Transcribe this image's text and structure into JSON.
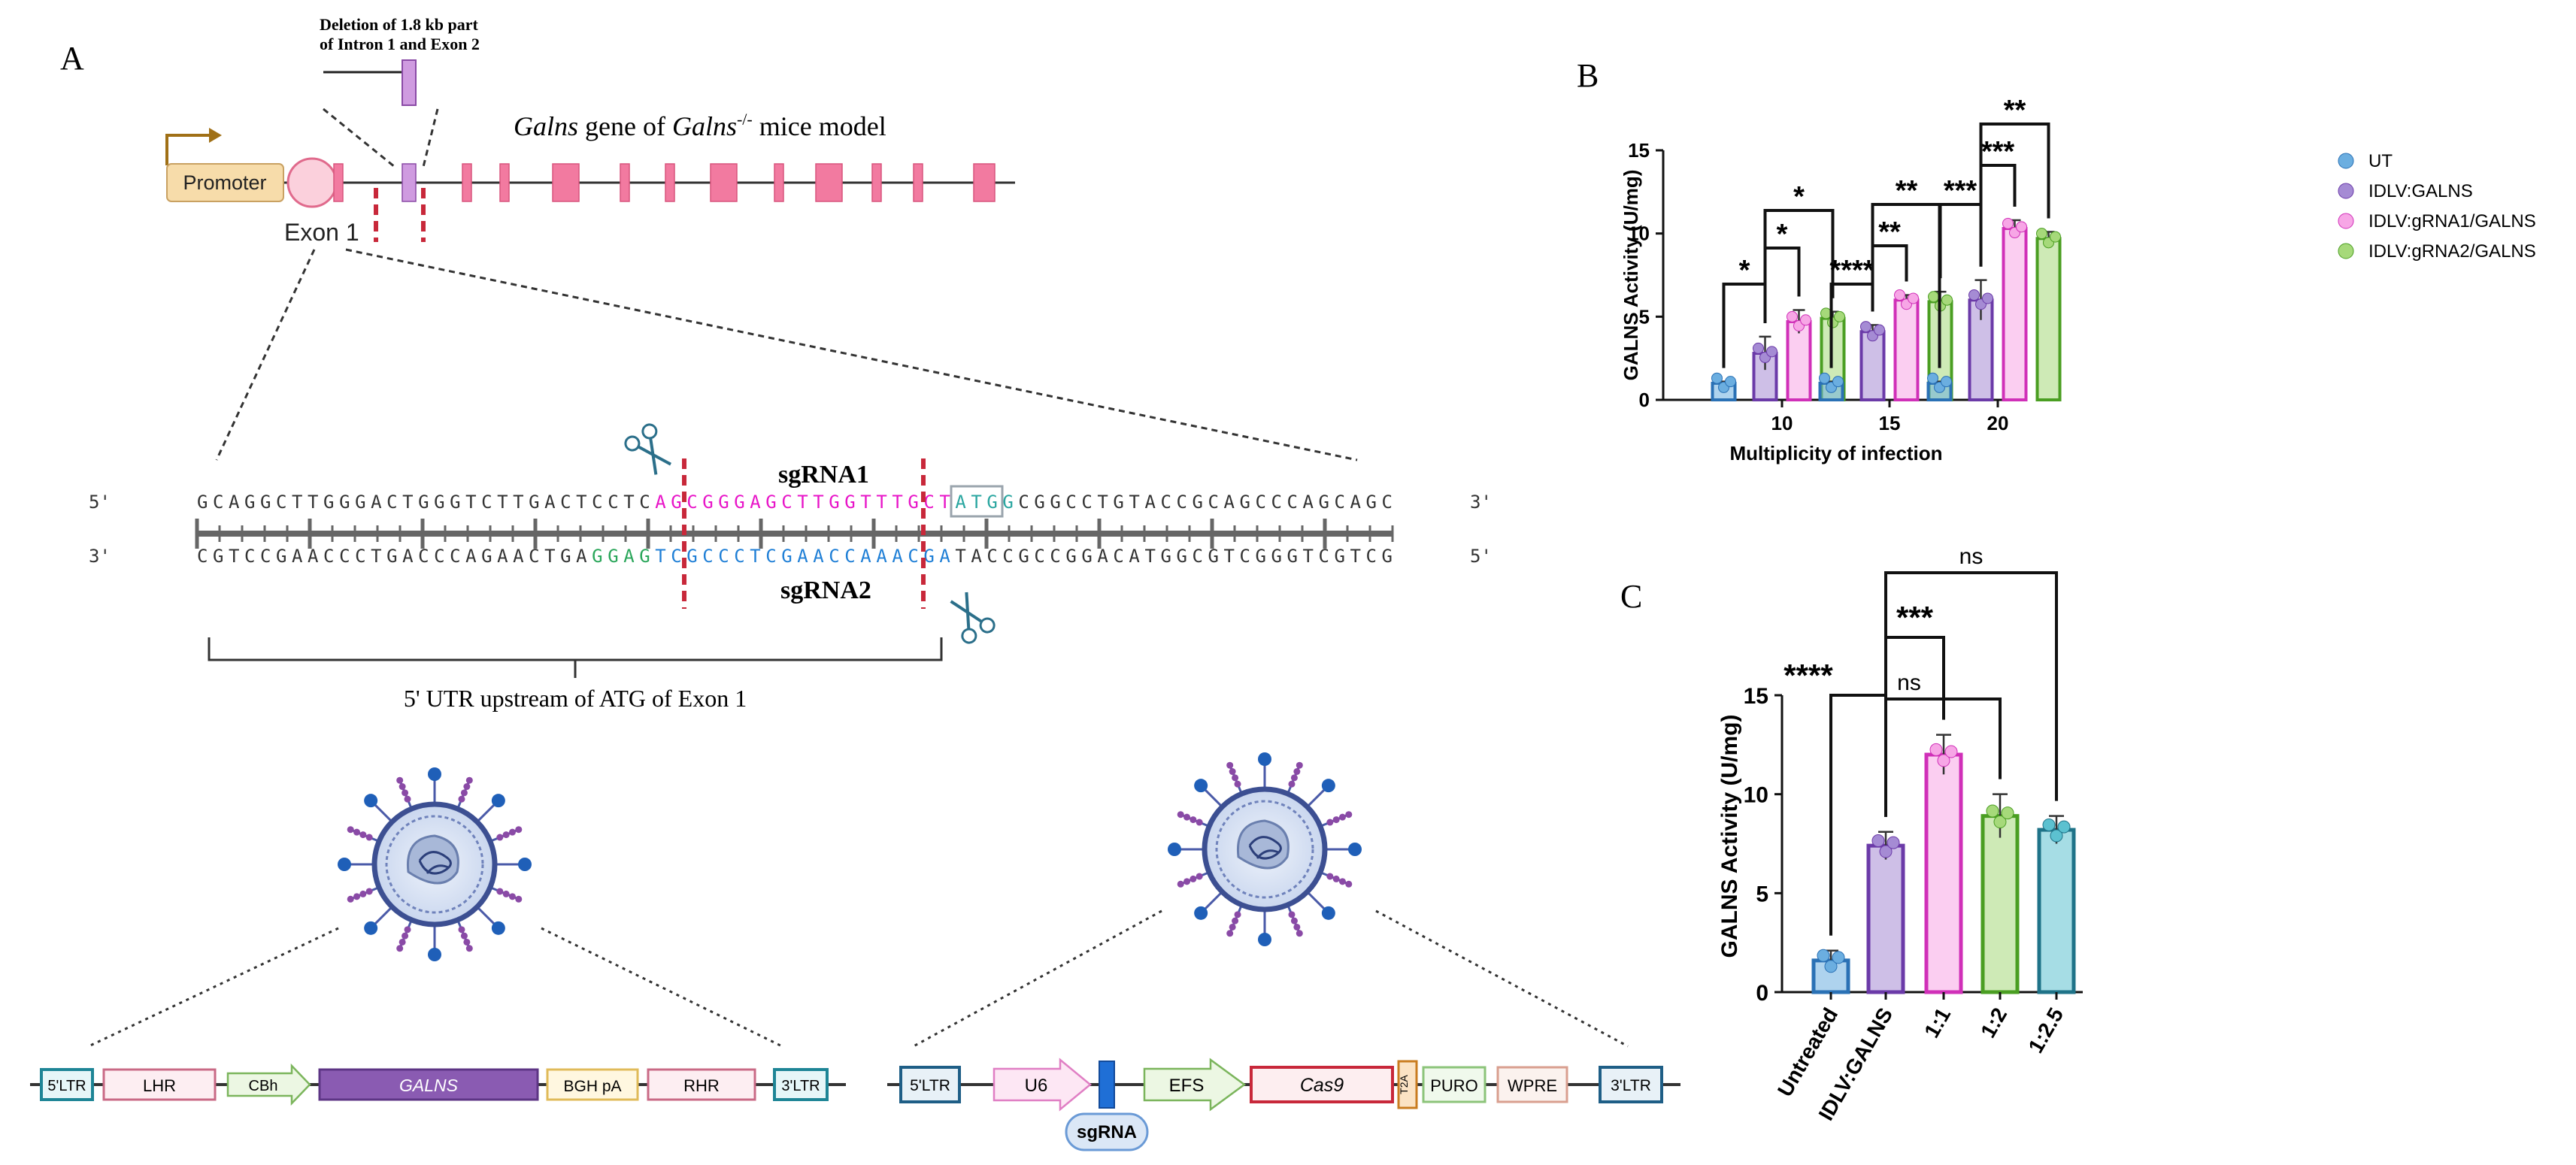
{
  "panel_a": {
    "label": "A",
    "deletion_line1": "Deletion of 1.8 kb part",
    "deletion_line2": "of Intron 1 and Exon 2",
    "gene_title_1": "Galns",
    "gene_title_2": " gene of ",
    "gene_title_3": "Galns",
    "gene_title_sup": "-/-",
    "gene_title_4": " mice model",
    "promoter": "Promoter",
    "exon1": "Exon 1",
    "five": "5'",
    "three": "3'",
    "top_seq": [
      {
        "t": "GCAGGCTTGGGACTGGGTCTTGACTCCTC",
        "c": "#333333"
      },
      {
        "t": "AG",
        "c": "#e815c8"
      },
      {
        "t": "CGGGAGCTTGGTTTGC",
        "c": "#e815c8"
      },
      {
        "t": "T",
        "c": "#e815c8"
      },
      {
        "t": "ATGG",
        "c": "#2aa6a0"
      },
      {
        "t": "CGGCCTGTACCGCAGCCCAGCAGC",
        "c": "#333333"
      }
    ],
    "bottom_seq": [
      {
        "t": "CGTCCGAACCCTGACCCAGAACTGA",
        "c": "#333333"
      },
      {
        "t": "GGAG",
        "c": "#2aa65a"
      },
      {
        "t": "TC",
        "c": "#1f7fd6"
      },
      {
        "t": "GCCCTCGAACCAAACG",
        "c": "#1f7fd6"
      },
      {
        "t": "A",
        "c": "#1f7fd6"
      },
      {
        "t": "TACCGCCGGACATGGCGTCGGGTCGTCG",
        "c": "#333333"
      }
    ],
    "sgrna1": "sgRNA1",
    "sgrna2": "sgRNA2",
    "utr_label": "5' UTR upstream of ATG of Exon 1",
    "construct1": {
      "ltr5": "5'LTR",
      "lhr": "LHR",
      "cbh": "CBh",
      "galns": "GALNS",
      "bgh": "BGH pA",
      "rhr": "RHR",
      "ltr3": "3'LTR"
    },
    "construct2": {
      "ltr5": "5'LTR",
      "u6": "U6",
      "sgrna": "sgRNA",
      "efs": "EFS",
      "cas9": "Cas9",
      "t2a": "T2A",
      "puro": "PURO",
      "wpre": "WPRE",
      "ltr3": "3'LTR"
    }
  },
  "colors": {
    "ut": "#6baee0",
    "idlv": "#a58bd4",
    "grna1": "#f7a6e6",
    "grna2": "#a6d97a",
    "teal": "#5cc1d0",
    "ut_edge": "#2a71b5",
    "idlv_edge": "#6b3aa8",
    "grna1_edge": "#d030b8",
    "grna2_edge": "#4a9e22",
    "teal_edge": "#1f7388"
  },
  "chart_data": [
    {
      "panel": "B",
      "type": "bar",
      "ylabel": "GALNS Activity (U/mg)",
      "xlabel": "Multiplicity of infection",
      "categories": [
        "10",
        "15",
        "20"
      ],
      "ylim": [
        0,
        15
      ],
      "yticks": [
        "0",
        "5",
        "10",
        "15"
      ],
      "series": [
        {
          "name": "UT",
          "values": [
            1.0,
            1.0,
            1.0
          ]
        },
        {
          "name": "IDLV:GALNS",
          "values": [
            2.8,
            4.1,
            6.0
          ]
        },
        {
          "name": "IDLV:gRNA1/GALNS",
          "values": [
            4.7,
            6.0,
            10.3
          ]
        },
        {
          "name": "IDLV:gRNA2/GALNS",
          "values": [
            4.9,
            5.9,
            9.7
          ]
        }
      ],
      "errors": [
        [
          0.1,
          0.1,
          0.1
        ],
        [
          1.0,
          0.4,
          1.2
        ],
        [
          0.7,
          0.3,
          0.5
        ],
        [
          0.4,
          0.6,
          0.4
        ]
      ],
      "significance": [
        {
          "group": 0,
          "from": 0,
          "to": 1,
          "label": "*",
          "level": 1
        },
        {
          "group": 0,
          "from": 1,
          "to": 2,
          "label": "*",
          "level": 2
        },
        {
          "group": 0,
          "from": 1,
          "to": 3,
          "label": "*",
          "level": 3
        },
        {
          "group": 1,
          "from": 0,
          "to": 1,
          "label": "****",
          "level": 1
        },
        {
          "group": 1,
          "from": 1,
          "to": 2,
          "label": "**",
          "level": 2
        },
        {
          "group": 1,
          "from": 1,
          "to": 3,
          "label": "**",
          "level": 3
        },
        {
          "group": 2,
          "from": 0,
          "to": 1,
          "label": "***",
          "level": 1
        },
        {
          "group": 2,
          "from": 1,
          "to": 2,
          "label": "***",
          "level": 2
        },
        {
          "group": 2,
          "from": 1,
          "to": 3,
          "label": "**",
          "level": 3
        }
      ],
      "legend_position": "right"
    },
    {
      "panel": "C",
      "type": "bar",
      "ylabel": "GALNS Activity (U/mg)",
      "categories": [
        "Untreated",
        "IDLV:GALNS",
        "1:1",
        "1:2",
        "1:2.5"
      ],
      "ylim": [
        0,
        15
      ],
      "yticks": [
        "0",
        "5",
        "10",
        "15"
      ],
      "values": [
        1.6,
        7.4,
        12.0,
        8.9,
        8.2
      ],
      "errors": [
        0.5,
        0.7,
        1.0,
        1.1,
        0.7
      ],
      "significance": [
        {
          "from": 0,
          "to": 1,
          "label": "****"
        },
        {
          "from": 1,
          "to": 2,
          "label": "***"
        },
        {
          "from": 1,
          "to": 3,
          "label": "ns"
        },
        {
          "from": 1,
          "to": 4,
          "label": "ns"
        }
      ]
    }
  ]
}
